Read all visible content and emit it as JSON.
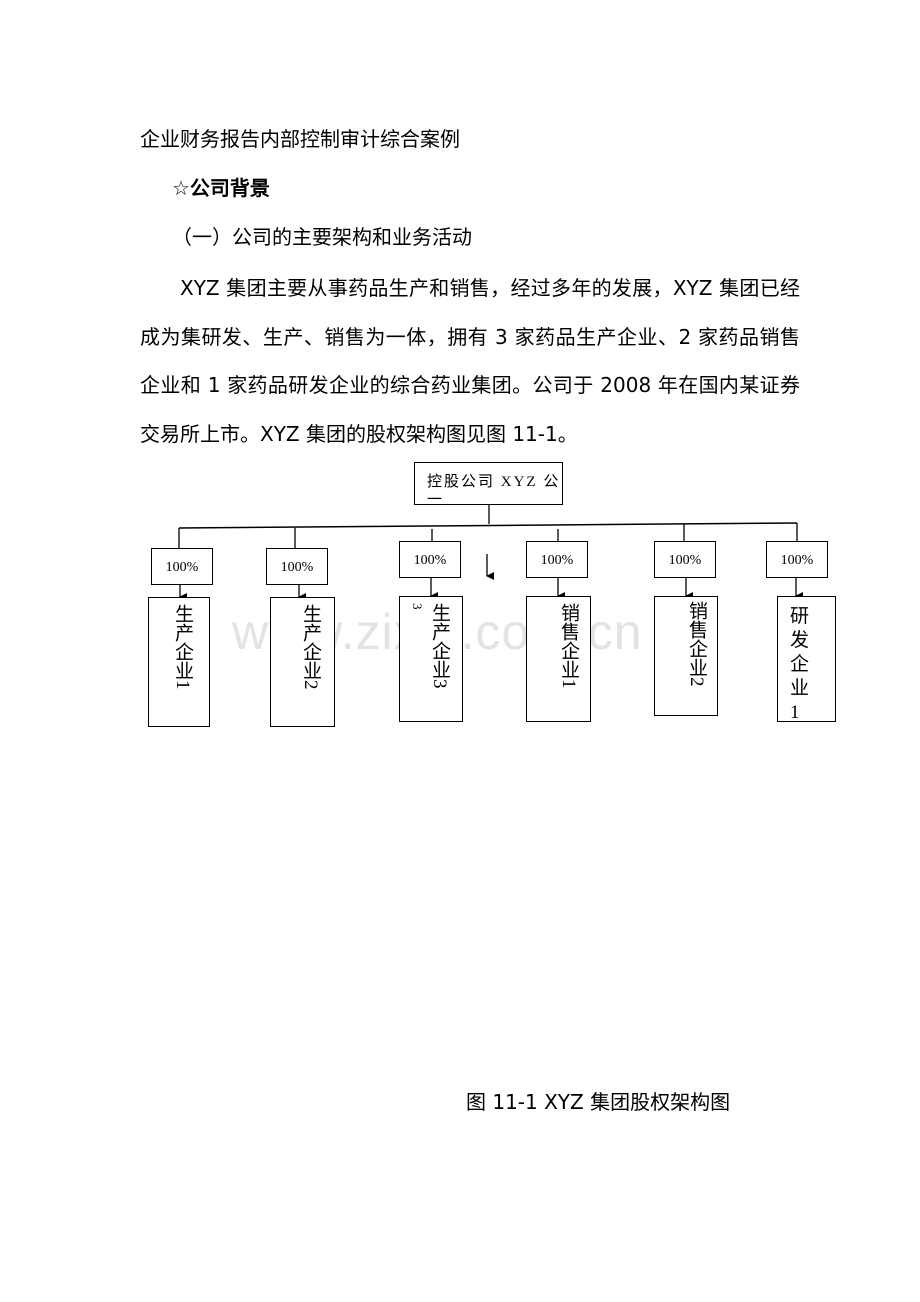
{
  "document": {
    "title": "企业财务报告内部控制审计综合案例",
    "section_heading": "☆公司背景",
    "subsection_heading": "（一）公司的主要架构和业务活动",
    "paragraph": "XYZ 集团主要从事药品生产和销售，经过多年的发展，XYZ 集团已经成为集研发、生产、销售为一体，拥有 3 家药品生产企业、2 家药品销售企业和 1 家药品研发企业的综合药业集团。公司于 2008 年在国内某证券交易所上市。XYZ 集团的股权架构图见图 11-1。"
  },
  "diagram": {
    "root": {
      "line1": "控股公司 XYZ 公",
      "line2": "一"
    },
    "ownership": [
      "100%",
      "100%",
      "100%",
      "100%",
      "100%",
      "100%"
    ],
    "subsidiaries": [
      {
        "label": "生产企业1",
        "stray": ""
      },
      {
        "label": "生产企业2",
        "stray": ""
      },
      {
        "label": "生产企业3",
        "stray": "3"
      },
      {
        "label": "销售企业1",
        "stray": ""
      },
      {
        "label": "销售企业2",
        "stray": ""
      },
      {
        "label": "研发企业1",
        "stray": ""
      }
    ],
    "caption": "图 11-1   XYZ 集团股权架构图"
  },
  "watermark": "www.zixin.com.cn"
}
